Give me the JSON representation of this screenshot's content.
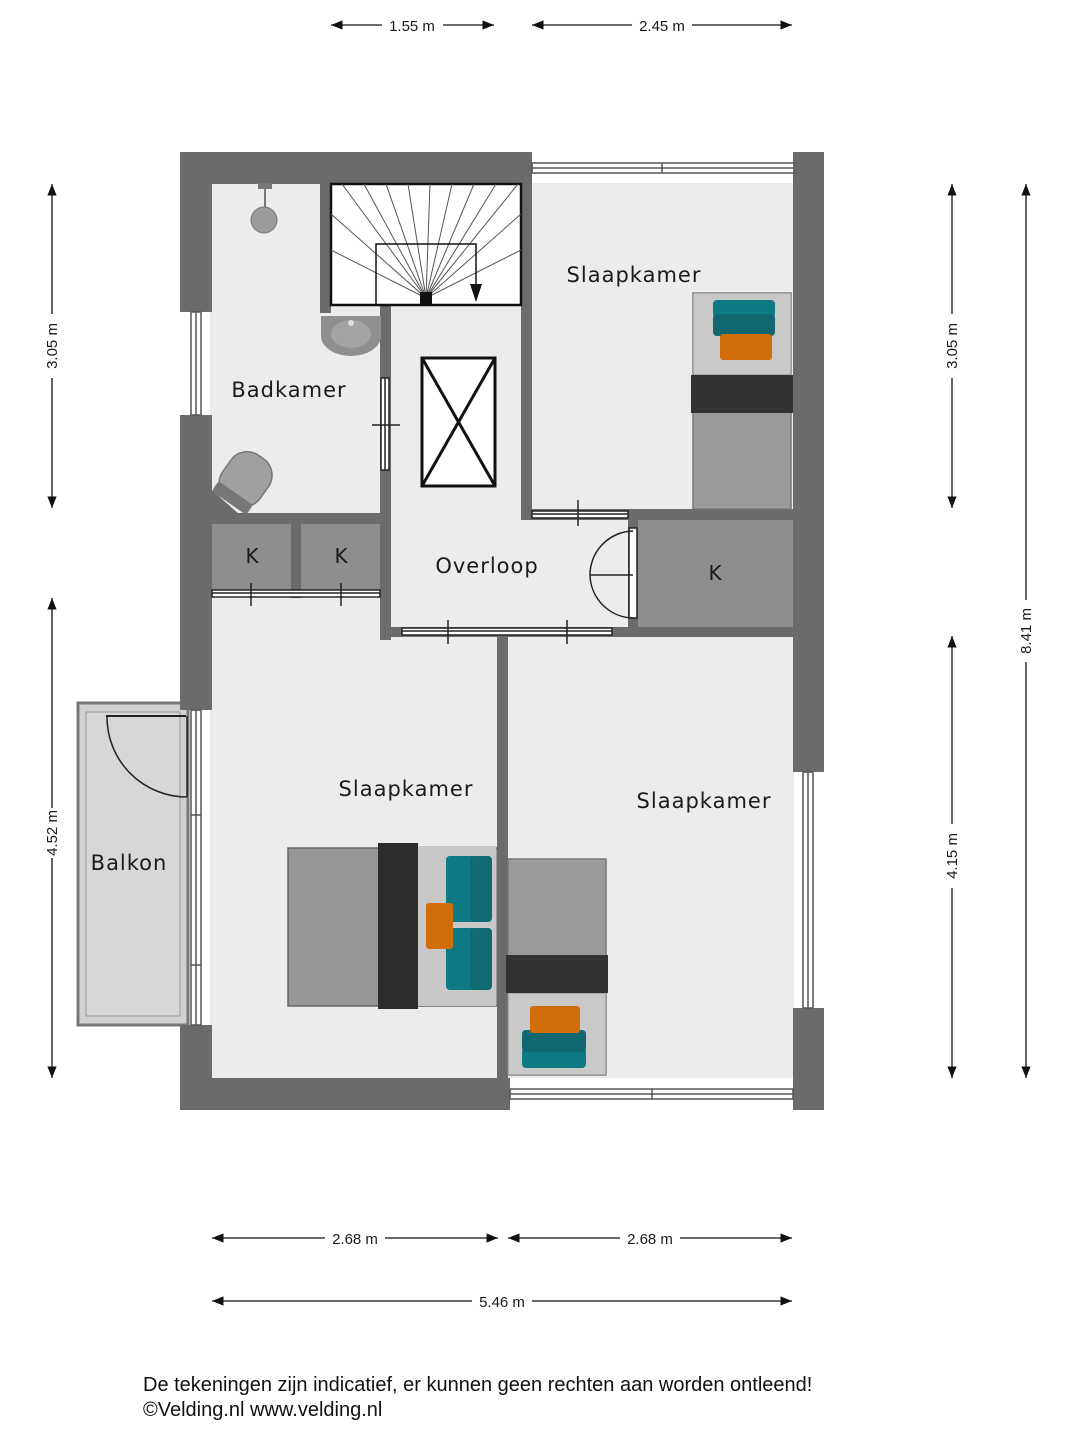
{
  "rooms": {
    "badkamer": "Badkamer",
    "slaapkamer_top": "Slaapkamer",
    "slaapkamer_left": "Slaapkamer",
    "slaapkamer_right": "Slaapkamer",
    "overloop": "Overloop",
    "balkon": "Balkon",
    "kast_1": "K",
    "kast_2": "K",
    "kast_3": "K"
  },
  "dimensions": {
    "top_left": "1.55 m",
    "top_right": "2.45 m",
    "left_upper": "3.05 m",
    "left_lower": "4.52 m",
    "right_upper": "3.05 m",
    "right_lower": "4.15 m",
    "right_total": "8.41 m",
    "bottom_left": "2.68 m",
    "bottom_right": "2.68 m",
    "bottom_total": "5.46 m"
  },
  "footer": {
    "disclaimer": "De tekeningen zijn indicatief, er kunnen geen rechten aan worden ontleend!",
    "credit": "©Velding.nl www.velding.nl"
  },
  "colors": {
    "wall": "#6b6b6d",
    "floor": "#ececec",
    "closet": "#8e8e8e",
    "accent_teal": "#0e7a83",
    "accent_orange": "#d26d0c"
  }
}
